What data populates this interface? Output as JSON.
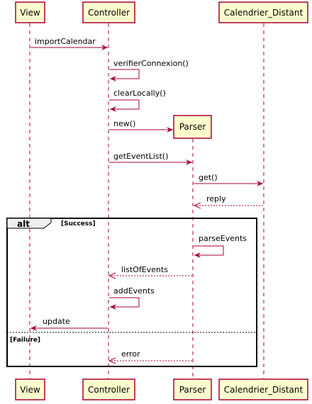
{
  "participants": {
    "view": "View",
    "controller": "Controller",
    "parser": "Parser",
    "distant": "Calendrier_Distant"
  },
  "messages": {
    "m1": "importCalendar",
    "m2": "verifierConnexion()",
    "m3": "clearLocally()",
    "m4": "new()",
    "m5": "getEventList()",
    "m6": "get()",
    "m7": "reply",
    "m8": "parseEvents",
    "m9": "listOfEvents",
    "m10": "addEvents",
    "m11": "update",
    "m12": "error"
  },
  "fragment": {
    "name": "alt",
    "guard1": "[Success]",
    "guard2": "[Failure]"
  },
  "colors": {
    "line": "#a80036",
    "participant_fill": "#fefece",
    "fragment_tab": "#eeeeee"
  }
}
